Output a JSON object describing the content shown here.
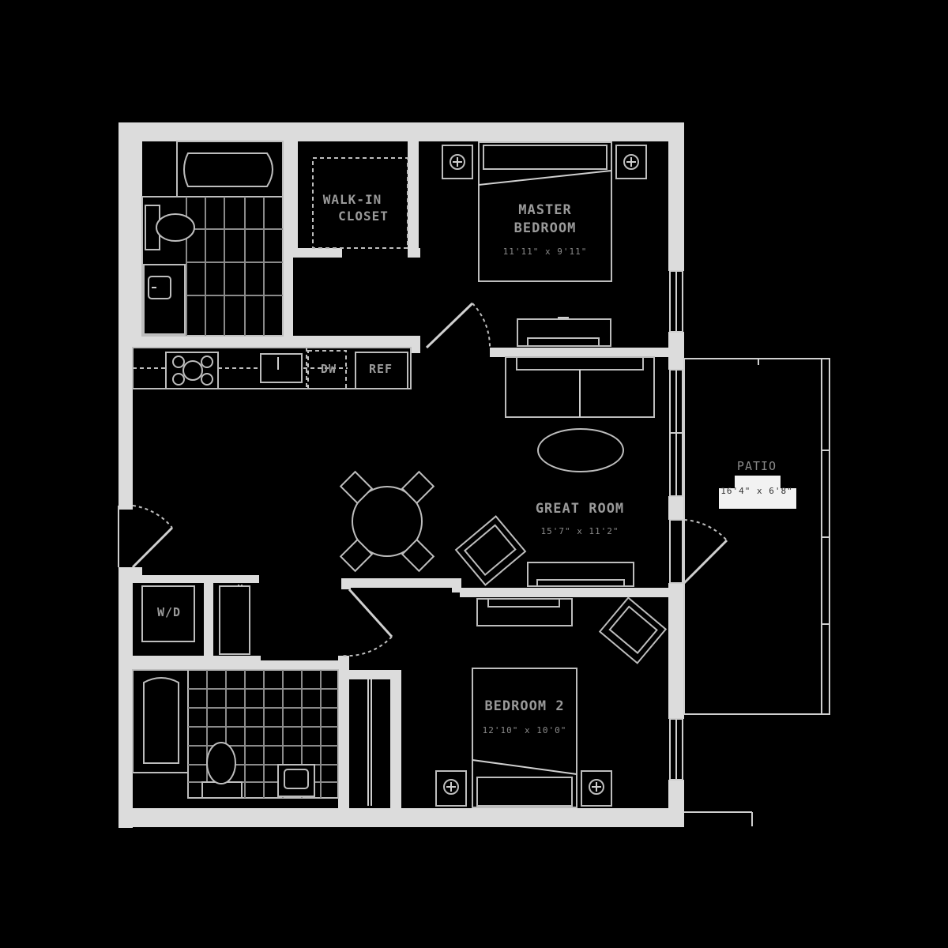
{
  "rooms": {
    "walk_in_closet": {
      "line1": "WALK-IN",
      "line2": "CLOSET"
    },
    "master_bedroom": {
      "line1": "MASTER",
      "line2": "BEDROOM",
      "size": "11'11\" x 9'11\""
    },
    "great_room": {
      "name": "GREAT ROOM",
      "size": "15'7\" x 11'2\""
    },
    "bedroom_2": {
      "name": "BEDROOM 2",
      "size": "12'10\" x 10'0\""
    },
    "patio": {
      "name": "PATIO",
      "size": "16'4\" x 6'8\""
    }
  },
  "appliances": {
    "dishwasher": "DW",
    "refrigerator": "REF",
    "washer_dryer": "W/D"
  }
}
